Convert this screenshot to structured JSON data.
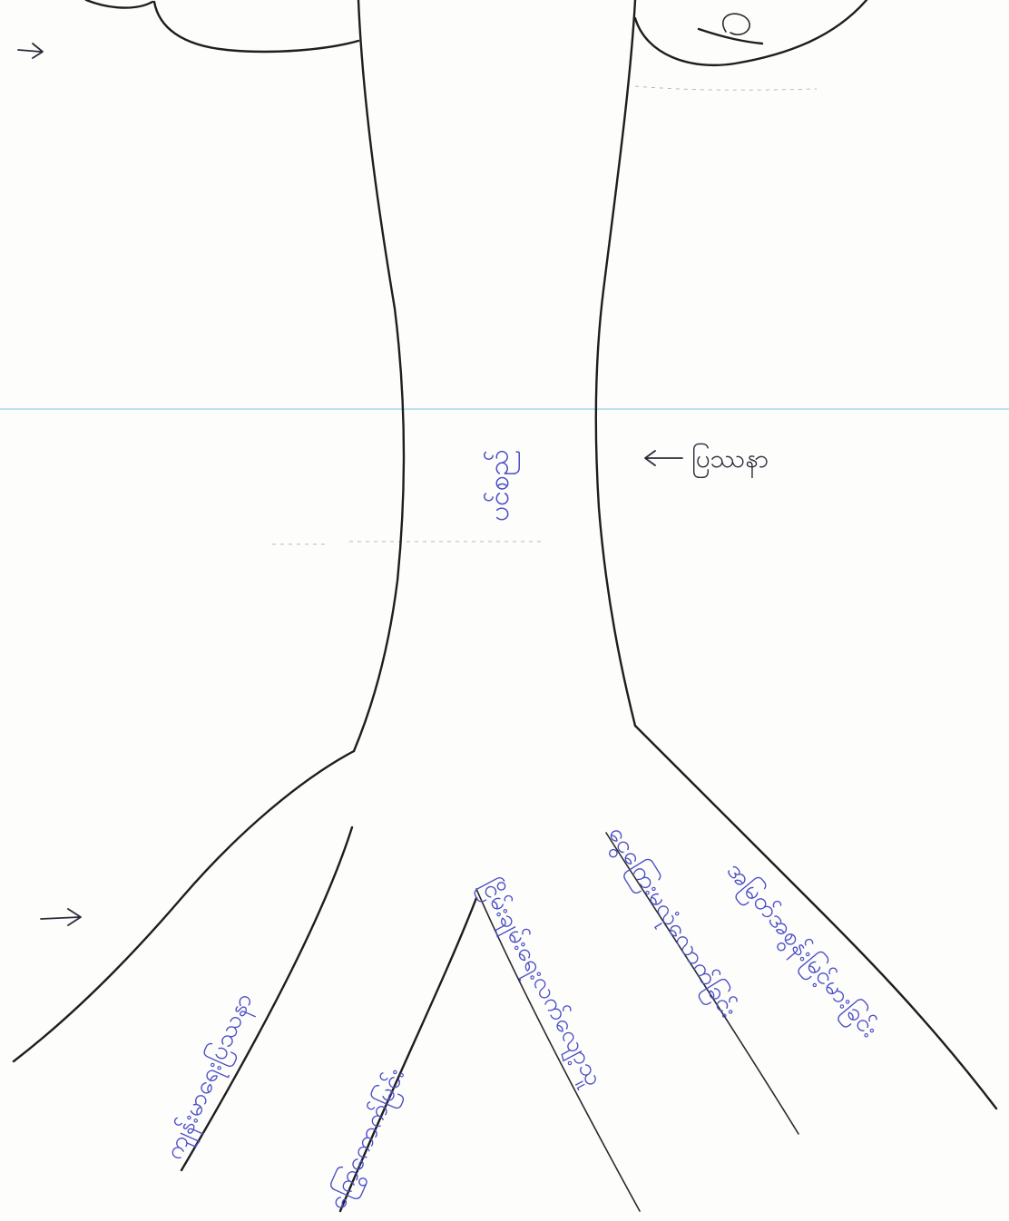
{
  "diagram": {
    "trunk_label": "ပင်စည်",
    "trunk_pointer_label": "ပြဿနာ",
    "root_labels": [
      "ကျန်းမာရေးပြဿနာ",
      "ကြွေကောက်မြင်း",
      "ငြိမ်းချမ်းရေးလက်လျော့သူ",
      "ငွေကြေးမလုံလောက်ခြင်း",
      "အမြတ်အစွန်းမြင့်မားခြင်း"
    ],
    "ink_color": "#4a4ec4",
    "pencil_color": "#1e1e1e"
  }
}
